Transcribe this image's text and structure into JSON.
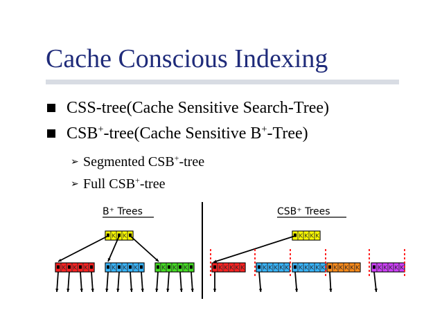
{
  "slide": {
    "title": "Cache Conscious Indexing",
    "bullets": [
      {
        "pre": "CSS-tree(Cache Sensitive Search-Tree)",
        "sup1": "",
        "mid": "",
        "sup2": "",
        "post": ""
      },
      {
        "pre": "CSB",
        "sup1": "+",
        "mid": "-tree(Cache Sensitive B",
        "sup2": "+",
        "post": "-Tree)"
      }
    ],
    "subbullets": [
      {
        "pre": "Segmented CSB",
        "sup": "+",
        "post": "-tree"
      },
      {
        "pre": "Full CSB",
        "sup": "+",
        "post": "-tree"
      }
    ],
    "figure": {
      "left_label": "B⁺ Trees",
      "right_label": "CSB⁺ Trees",
      "key_letter": "K"
    }
  },
  "colors": {
    "title": "#1f2b7a",
    "rule": "#d8dce3",
    "root": "#ffff00",
    "red": "#ff2222",
    "cyan": "#38b6ff",
    "green": "#44dd22",
    "orange": "#ff8c1a",
    "magenta": "#d040ff"
  }
}
